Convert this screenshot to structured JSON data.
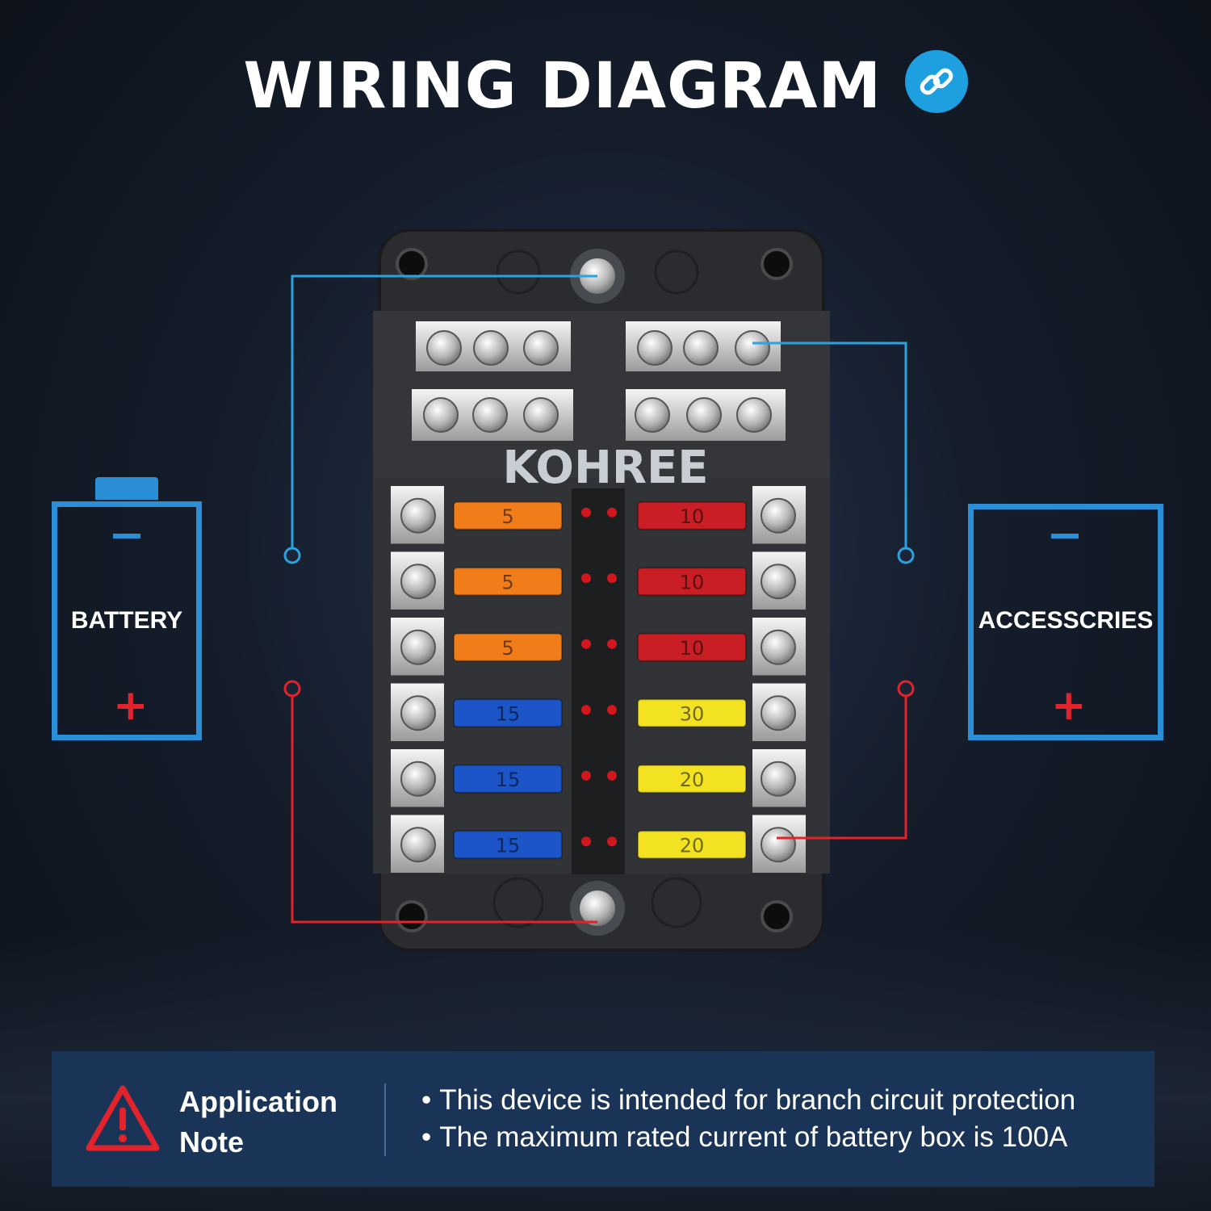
{
  "title": "WIRING DIAGRAM",
  "title_icon": "link-icon",
  "brand": "KOHREE",
  "battery": {
    "label": "BATTERY",
    "minus": "−",
    "plus": "+"
  },
  "accessories": {
    "label": "ACCESSCRIES",
    "minus": "−",
    "plus": "+"
  },
  "fuses": {
    "left": [
      "5",
      "5",
      "5",
      "15",
      "15",
      "15"
    ],
    "right": [
      "10",
      "10",
      "10",
      "30",
      "20",
      "20"
    ]
  },
  "note": {
    "title_line1": "Application",
    "title_line2": "Note",
    "items": [
      "This device is intended for branch circuit protection",
      "The maximum rated current of battery box is 100A"
    ]
  },
  "colors": {
    "accent_blue": "#2a8fd6",
    "negative_wire": "#2aa3e0",
    "positive_wire": "#e2232b",
    "fuse_5": "#f07d1a",
    "fuse_10": "#c81e24",
    "fuse_15": "#1c55c8",
    "fuse_20": "#f2e222",
    "fuse_30": "#f2e222"
  }
}
